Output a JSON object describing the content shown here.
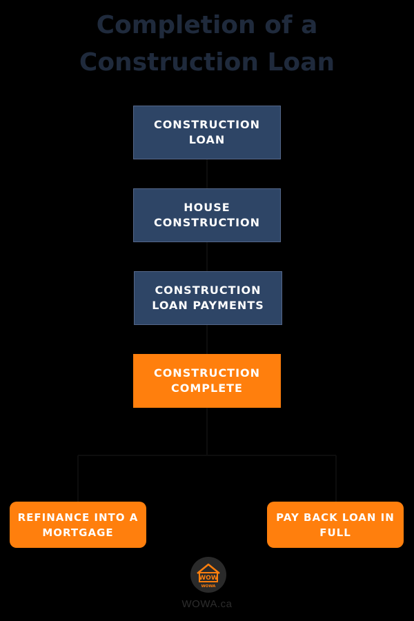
{
  "title": {
    "line1": "Completion of a",
    "line2": "Construction Loan"
  },
  "steps": [
    {
      "line1": "CONSTRUCTION",
      "line2": "LOAN"
    },
    {
      "line1": "HOUSE",
      "line2": "CONSTRUCTION"
    },
    {
      "line1": "CONSTRUCTION",
      "line2": "LOAN PAYMENTS"
    },
    {
      "line1": "CONSTRUCTION",
      "line2": "COMPLETE"
    }
  ],
  "outcomes": {
    "left": {
      "line1": "REFINANCE INTO A",
      "line2": "MORTGAGE"
    },
    "right": {
      "line1": "PAY BACK LOAN IN",
      "line2": "FULL"
    }
  },
  "brand": {
    "logo_icon": "wowa-house-logo-icon",
    "logo_mark": "WOW",
    "logo_caption": "WOWA",
    "site": "WOWA.ca"
  },
  "colors": {
    "background": "#000000",
    "title": "#1f2a3c",
    "navy_box": "#2e4566",
    "orange_box": "#ff7f0d",
    "box_text": "#ffffff"
  }
}
